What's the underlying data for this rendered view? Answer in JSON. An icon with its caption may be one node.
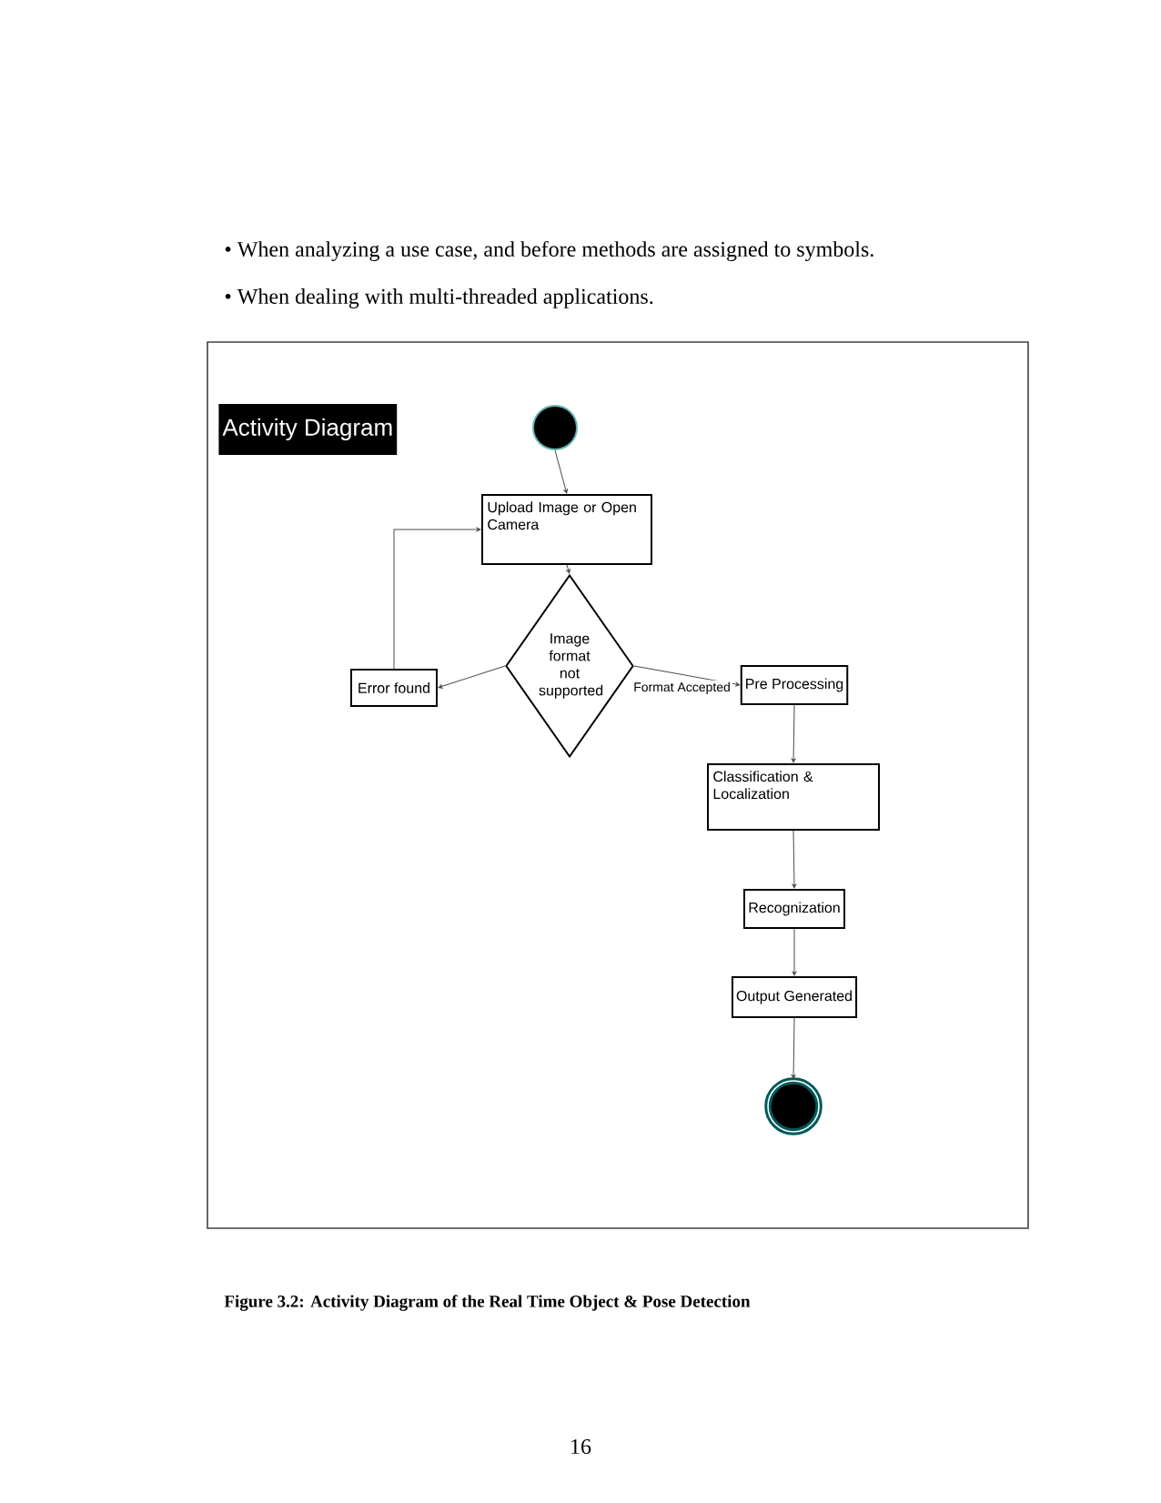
{
  "diagram": {
    "title": "Activity Diagram",
    "caption": "Figure 3.2: Activity Diagram of the Real Time Object &  Pose Detection",
    "nodes": [
      {
        "text": [],
        "shape": "circle"
      },
      {
        "text": [
          "Upload Image or Open Camera"
        ]
      },
      {
        "text": [
          "Image format not supported"
        ]
      },
      {
        "text": [
          "Error found"
        ]
      },
      {
        "text": [
          "Pre Processing"
        ]
      },
      {
        "text": [
          "Classification & Localization"
        ]
      },
      {
        "text": [
          "Recognization"
        ]
      },
      {
        "text": [
          "Output Generated"
        ]
      },
      {
        "text": [],
        "shape": "circle"
      }
    ],
    "edges": [
      {
        "from": 0,
        "to": 1,
        "arrow": "to"
      },
      {
        "from": 1,
        "to": 2,
        "arrow": "to"
      },
      {
        "from": 2,
        "to": 3,
        "arrow": "to"
      },
      {
        "from": 3,
        "to": 1,
        "arrow": "to"
      },
      {
        "from": 2,
        "to": 4,
        "arrow": "to",
        "label": "Format Accepted"
      },
      {
        "from": 4,
        "to": 5,
        "arrow": "to"
      },
      {
        "from": 5,
        "to": 6,
        "arrow": "to"
      },
      {
        "from": 6,
        "to": 7,
        "arrow": "to"
      },
      {
        "from": 7,
        "to": 8,
        "arrow": "to"
      }
    ],
    "labels": [
      "• When analyzing a use case, and before methods are assigned to symbols.",
      "• When dealing with multi-threaded applications.",
      "16"
    ]
  }
}
